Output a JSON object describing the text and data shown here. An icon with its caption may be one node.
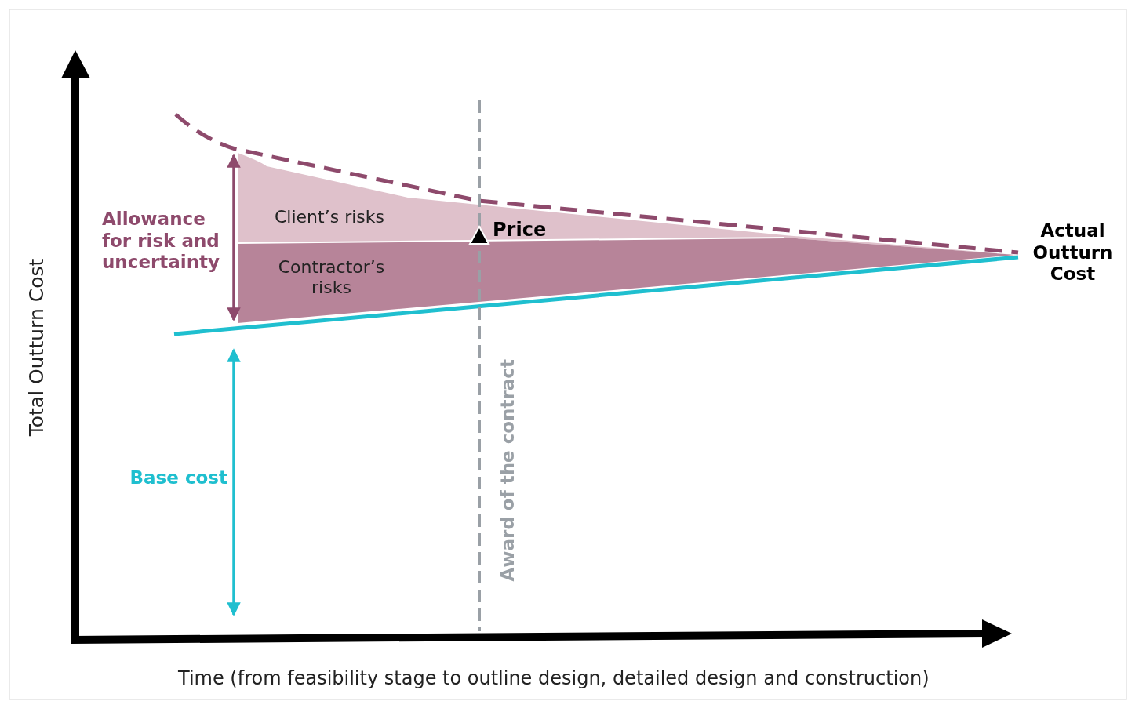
{
  "diagram": {
    "labels": [
      "Allowance for risk and uncertainty",
      "Client’s risks",
      "Price",
      "Contractor’s risks",
      "Actual Outturn Cost",
      "Base cost",
      "Award of the contract",
      "Total Outturn Cost",
      "Time (from feasibility stage to outline design, detailed design and construction)"
    ]
  }
}
